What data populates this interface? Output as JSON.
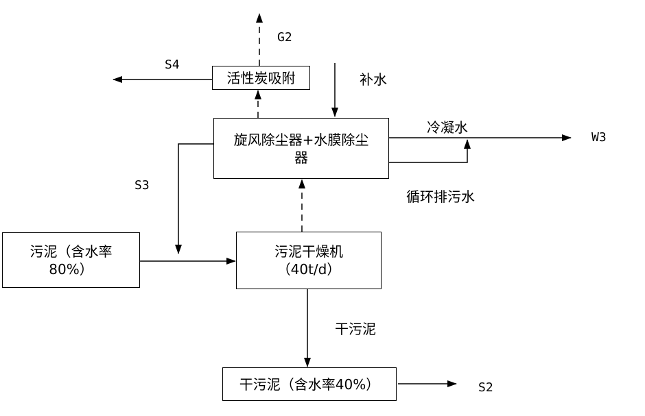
{
  "boxes": {
    "activated_carbon": "活性炭吸附",
    "dust_collector_line1": "旋风除尘器+水膜除尘",
    "dust_collector_line2": "器",
    "sludge_input_line1": "污泥（含水率",
    "sludge_input_line2": "80%）",
    "sludge_dryer_line1": "污泥干燥机",
    "sludge_dryer_line2": "（40t/d）",
    "dry_sludge_output": "干污泥（含水率40%）"
  },
  "labels": {
    "g2": "G2",
    "s4": "S4",
    "makeup_water": "补水",
    "condensate": "冷凝水",
    "w3": "W3",
    "s3": "S3",
    "circulating_wastewater": "循环排污水",
    "dry_sludge": "干污泥",
    "s2": "S2"
  },
  "line_color": "#000000"
}
